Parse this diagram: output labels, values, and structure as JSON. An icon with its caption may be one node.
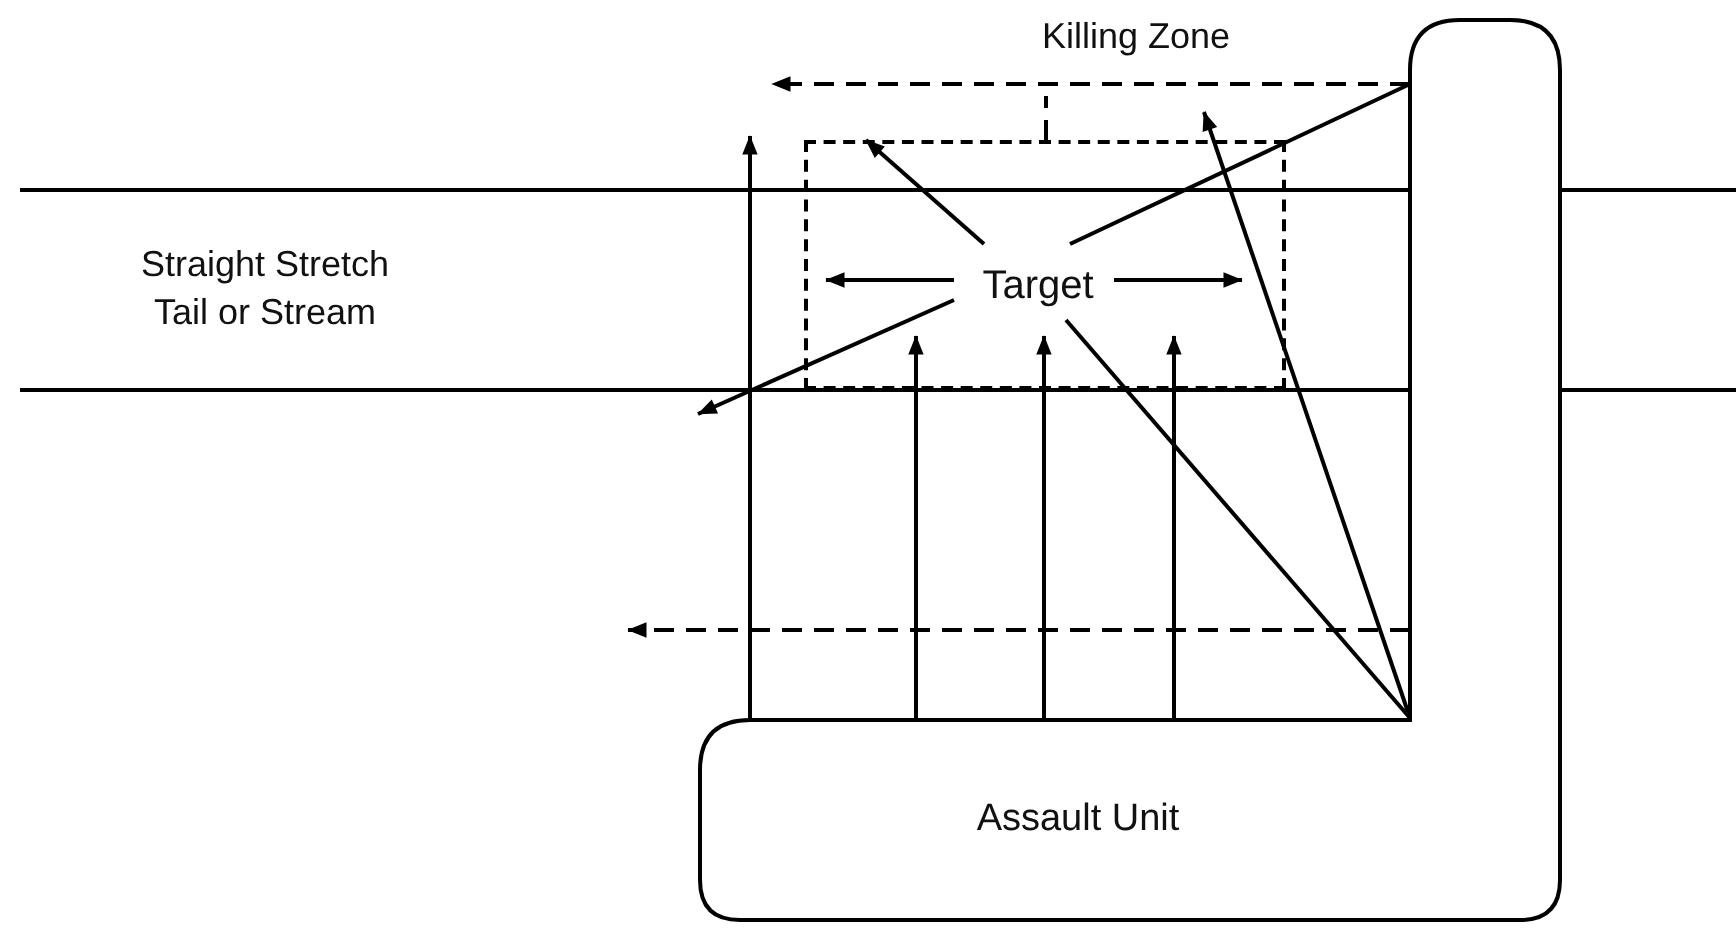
{
  "diagram": {
    "nodes": [
      {
        "text": [
          "Assault Unit"
        ]
      },
      {
        "text": [],
        "shape": "box"
      },
      {
        "text": [
          "Target"
        ],
        "in": 1
      }
    ],
    "edges": [
      {
        "from": 2,
        "to": null,
        "arrow": "to"
      },
      {
        "from": 2,
        "to": null,
        "arrow": "to"
      },
      {
        "from": 0,
        "to": 2,
        "arrow": "none"
      },
      {
        "from": 2,
        "to": null,
        "arrow": "to"
      },
      {
        "from": 0,
        "to": 2,
        "arrow": "none"
      },
      {
        "from": 2,
        "to": null,
        "arrow": "to"
      },
      {
        "from": 0,
        "to": 1,
        "arrow": "to"
      },
      {
        "from": 0,
        "to": 1,
        "arrow": "to"
      },
      {
        "from": 0,
        "to": 1,
        "arrow": "to"
      },
      {
        "from": 0,
        "to": 1,
        "arrow": "to"
      },
      {
        "from": 0,
        "to": 1,
        "arrow": "to"
      },
      {
        "from": 0,
        "to": null,
        "arrow": "to",
        "style": "dashed"
      },
      {
        "from": 0,
        "to": null,
        "arrow": "to",
        "style": "dashed"
      },
      {
        "from": 1,
        "to": null,
        "arrow": "none",
        "style": "dashed"
      }
    ],
    "labels": [
      "Killing Zone",
      "Straight Stretch Tail or Stream"
    ]
  }
}
